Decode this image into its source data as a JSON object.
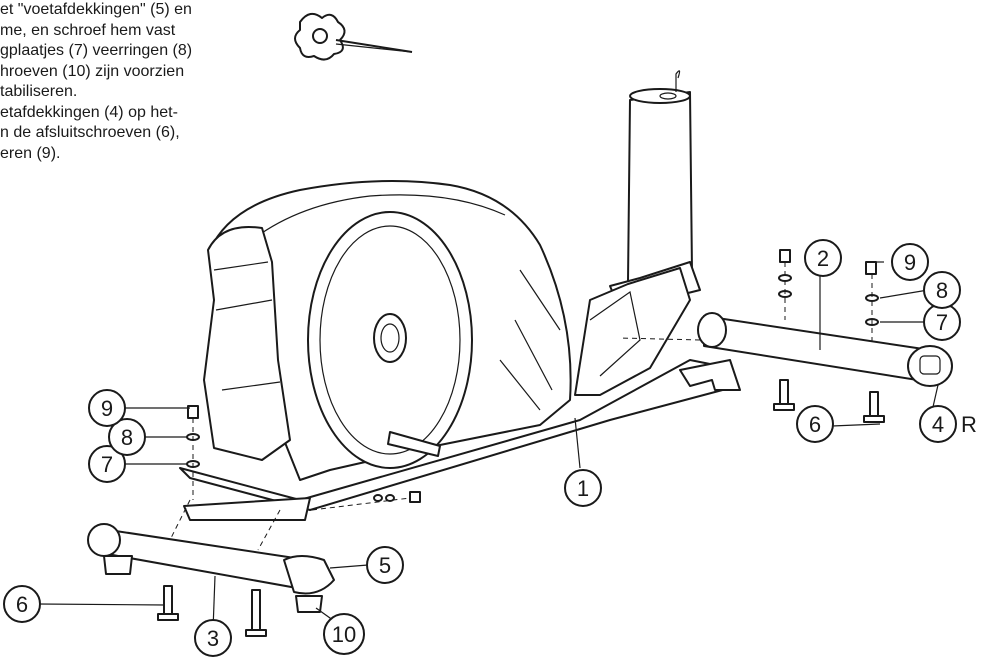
{
  "instructions": {
    "lines": [
      "et \"voetafdekkingen\" (5) en",
      "me, en schroef hem vast",
      "gplaatjes (7) veerringen (8)",
      "hroeven (10) zijn voorzien",
      "tabiliseren.",
      "etafdekkingen (4) op het-",
      "n de afsluitschroeven (6),",
      "eren (9)."
    ]
  },
  "callouts": {
    "c1": "1",
    "c2": "2",
    "c3": "3",
    "c4": "4",
    "c4_suffix": "R",
    "c5": "5",
    "c6a": "6",
    "c6b": "6",
    "c7a": "7",
    "c7b": "7",
    "c8a": "8",
    "c8b": "8",
    "c9a": "9",
    "c9b": "9",
    "c10": "10"
  },
  "icons": {
    "tool": "allen-wrench-icon"
  }
}
